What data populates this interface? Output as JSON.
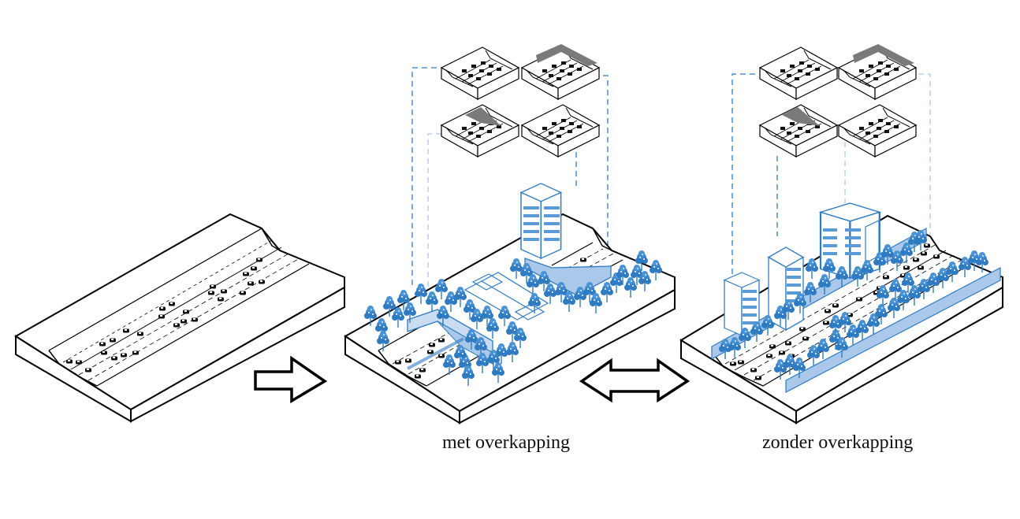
{
  "diagram": {
    "title": "",
    "panels": [
      {
        "id": "existing",
        "label": "",
        "description": "sunken motorway (existing situation)"
      },
      {
        "id": "met",
        "label": "met overkapping",
        "description": "motorway with covering, building and park on top"
      },
      {
        "id": "zonder",
        "label": "zonder overkapping",
        "description": "open motorway with noise screens, buildings and tree rows"
      }
    ],
    "arrows": [
      {
        "from": "existing",
        "to": "met",
        "type": "single"
      },
      {
        "from": "met",
        "to": "zonder",
        "type": "double"
      }
    ],
    "variants": {
      "met": {
        "thumbnails": 4
      },
      "zonder": {
        "thumbnails": 4
      }
    },
    "colors": {
      "line": "#000000",
      "accent": "#2f7bc1",
      "accent_fill": "#a9c8ea",
      "accent_light": "#c9dcf2",
      "shade": "#7a7a7a"
    }
  }
}
